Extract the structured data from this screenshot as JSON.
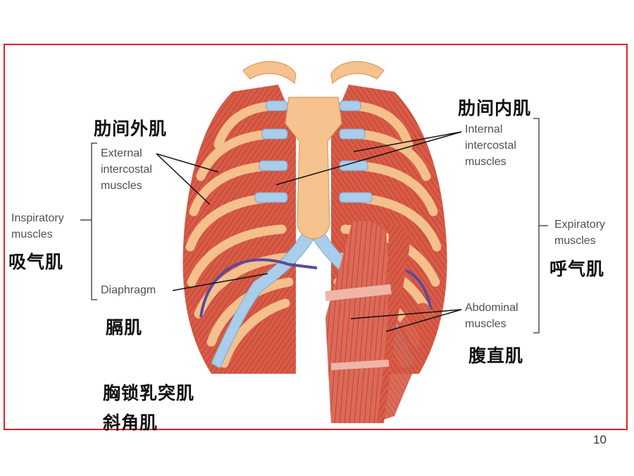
{
  "labels_en": {
    "external_intercostal": [
      "External",
      "intercostal",
      "muscles"
    ],
    "internal_intercostal": [
      "Internal",
      "intercostal",
      "muscles"
    ],
    "inspiratory": [
      "Inspiratory",
      "muscles"
    ],
    "expiratory": [
      "Expiratory",
      "muscles"
    ],
    "diaphragm": "Diaphragm",
    "abdominal": [
      "Abdominal",
      "muscles"
    ]
  },
  "labels_cn": {
    "external_intercostal": "肋间外肌",
    "internal_intercostal": "肋间内肌",
    "inspiratory": "吸气肌",
    "expiratory": "呼气肌",
    "diaphragm": "膈肌",
    "rectus_abdominis": "腹直肌",
    "sternocleidomastoid": "胸锁乳突肌",
    "scalene": "斜角肌"
  },
  "page_number": "10",
  "colors": {
    "frame": "#e0202a",
    "muscle": "#d85a48",
    "bone": "#f6c28e",
    "cartilage": "#a9cdea",
    "diaphragm_line": "#5a4a9a"
  }
}
